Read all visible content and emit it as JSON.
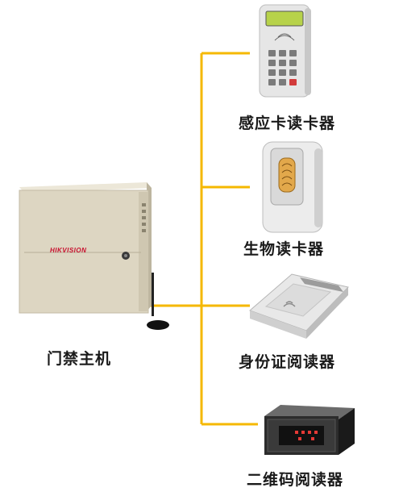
{
  "controller": {
    "label": "门禁主机",
    "brand": "HIKVISION"
  },
  "readers": [
    {
      "label": "感应卡读卡器",
      "icon": "keypad-card-reader-icon"
    },
    {
      "label": "生物读卡器",
      "icon": "fingerprint-reader-icon"
    },
    {
      "label": "身份证阅读器",
      "icon": "id-card-reader-icon"
    },
    {
      "label": "二维码阅读器",
      "icon": "qr-code-reader-icon"
    }
  ],
  "colors": {
    "connector": "#f5b800",
    "cabinet": "#ddd6c2",
    "brand": "#c8102e"
  }
}
